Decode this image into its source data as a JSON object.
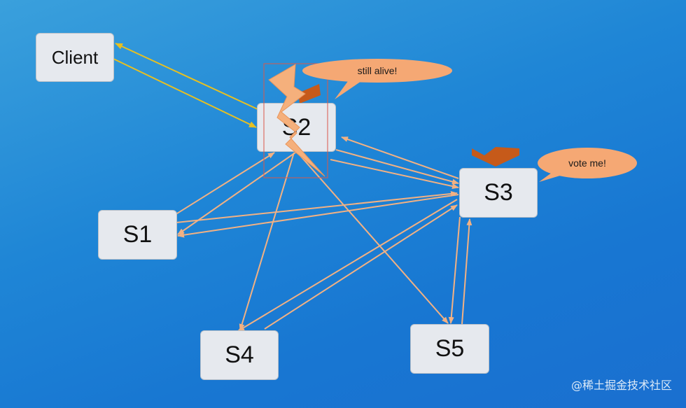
{
  "nodes": {
    "client": "Client",
    "s1": "S1",
    "s2": "S2",
    "s3": "S3",
    "s4": "S4",
    "s5": "S5"
  },
  "bubbles": {
    "still_alive": "still alive!",
    "vote_me": "vote me!"
  },
  "watermark": "@稀土掘金技术社区",
  "colors": {
    "background": "#1f86d6",
    "node_fill": "#e6e9ee",
    "arrow_peach": "#f2b183",
    "arrow_client": "#e8c020",
    "bubble": "#f5a874",
    "leader_badge": "#c65a1a",
    "lightning": "#f5b07c"
  },
  "icons": [
    "lightning-bolt-icon",
    "leader-chevron-icon"
  ]
}
